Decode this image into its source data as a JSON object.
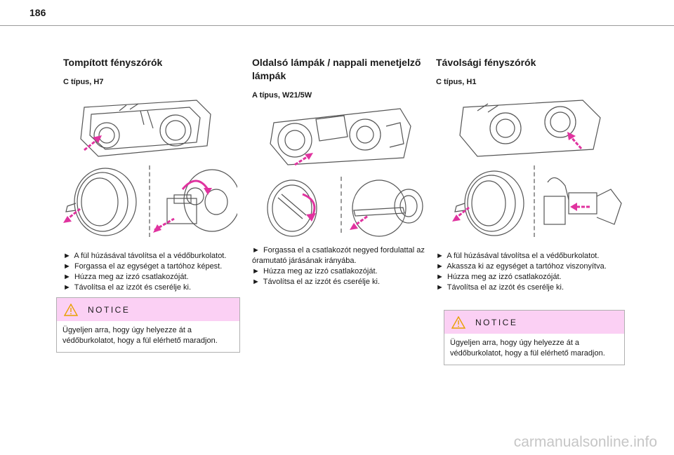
{
  "page": {
    "number": "186"
  },
  "columns": [
    {
      "title": "Tompított fényszórók",
      "subtitle": "C típus, H7",
      "steps": [
        "A fül húzásával távolítsa el a védőburkolatot.",
        "Forgassa el az egységet a tartóhoz képest.",
        "Húzza meg az izzó csatlakozóját.",
        "Távolítsa el az izzót és cserélje ki."
      ],
      "notice": {
        "title": "NOTICE",
        "text": "Ügyeljen arra, hogy úgy helyezze át a védőburkolatot, hogy a fül elérhető maradjon."
      }
    },
    {
      "title": "Oldalsó lámpák / nappali menetjelző lámpák",
      "subtitle": "A típus, W21/5W",
      "steps": [
        "Forgassa el a csatlakozót negyed fordulattal az óramutató járásának irányába.",
        "Húzza meg az izzó csatlakozóját.",
        "Távolítsa el az izzót és cserélje ki."
      ]
    },
    {
      "title": "Távolsági fényszórók",
      "subtitle": "C típus, H1",
      "steps": [
        "A fül húzásával távolítsa el a védőburkolatot.",
        "Akassza ki az egységet a tartóhoz viszonyítva.",
        "Húzza meg az izzó csatlakozóját.",
        "Távolítsa el az izzót és cserélje ki."
      ],
      "notice": {
        "title": "NOTICE",
        "text": "Ügyeljen arra, hogy úgy helyezze át a védőburkolatot, hogy a fül elérhető maradjon."
      }
    }
  ],
  "bullet_glyph": "►",
  "icons": {
    "warning": "warning-triangle-icon",
    "arrow": "magenta-dashed-arrow-icon"
  },
  "colors": {
    "accent": "#e0339f",
    "notice_header": "#fbd0f4",
    "line_art": "#555555"
  },
  "watermark": "carmanualsonline.info"
}
